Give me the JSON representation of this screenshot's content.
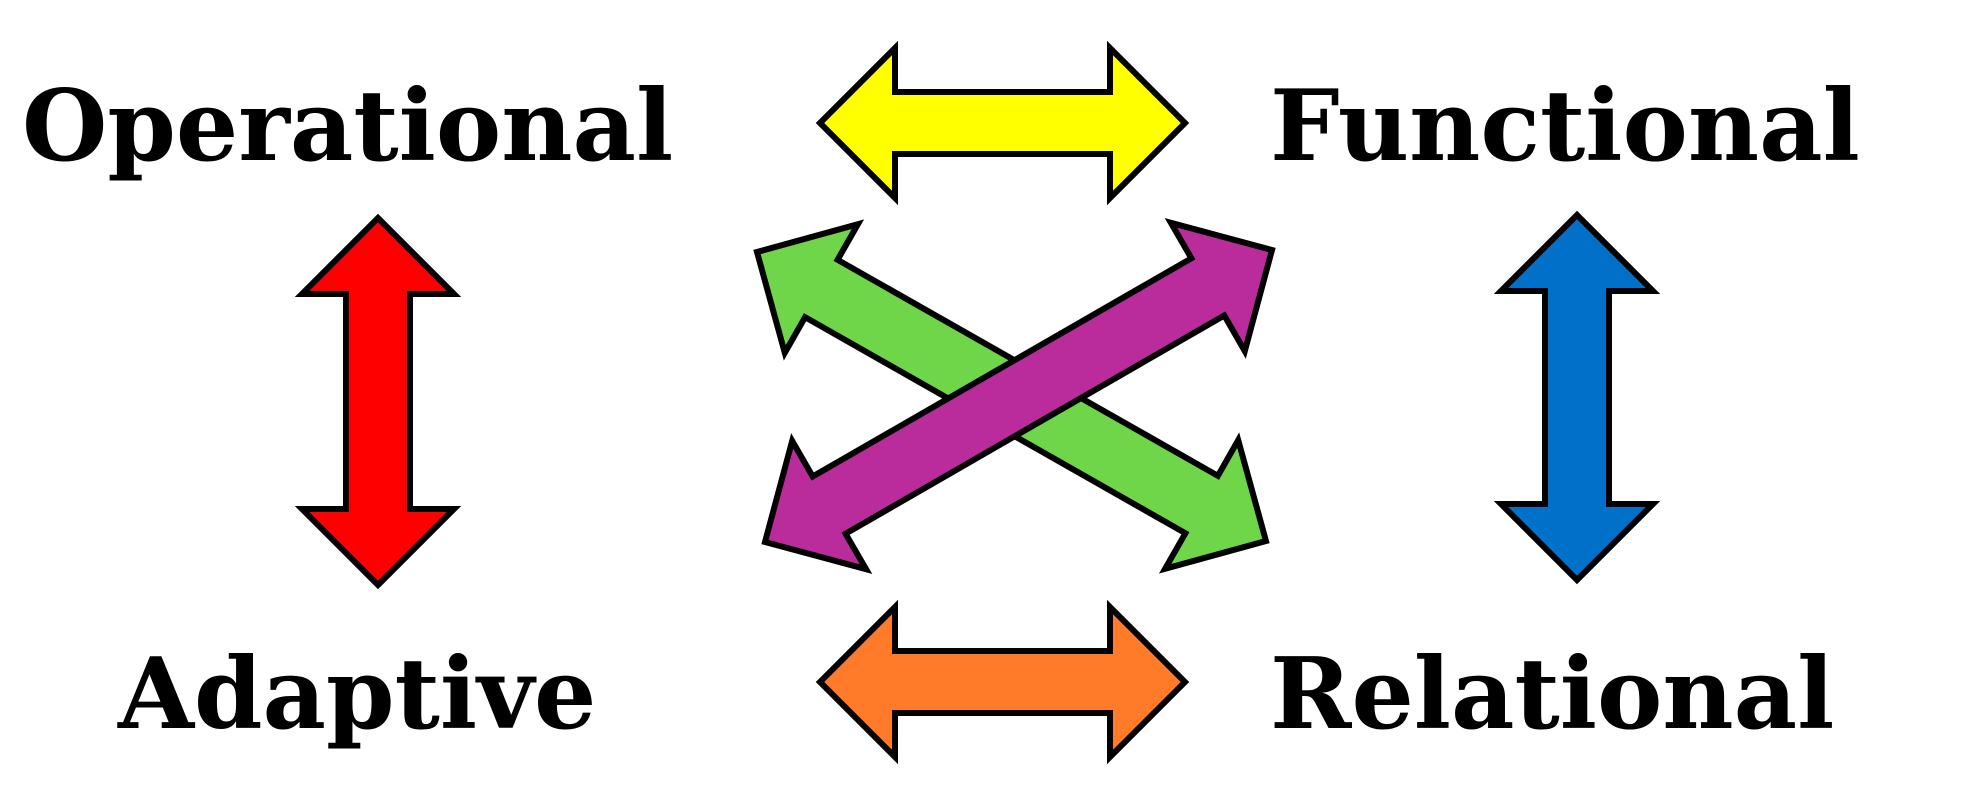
{
  "nodes": {
    "top_left": "Operational",
    "top_right": "Functional",
    "bottom_left": "Adaptive",
    "bottom_right": "Relational"
  },
  "arrows": [
    {
      "id": "operational-functional",
      "from": "Operational",
      "to": "Functional",
      "color": "#FFFF00"
    },
    {
      "id": "adaptive-relational",
      "from": "Adaptive",
      "to": "Relational",
      "color": "#FF7A29"
    },
    {
      "id": "operational-adaptive",
      "from": "Operational",
      "to": "Adaptive",
      "color": "#FF0000"
    },
    {
      "id": "functional-relational",
      "from": "Functional",
      "to": "Relational",
      "color": "#0070C8"
    },
    {
      "id": "operational-relational",
      "from": "Operational",
      "to": "Relational",
      "color": "#6FD649"
    },
    {
      "id": "adaptive-functional",
      "from": "Adaptive",
      "to": "Functional",
      "color": "#BA2C9B"
    }
  ]
}
